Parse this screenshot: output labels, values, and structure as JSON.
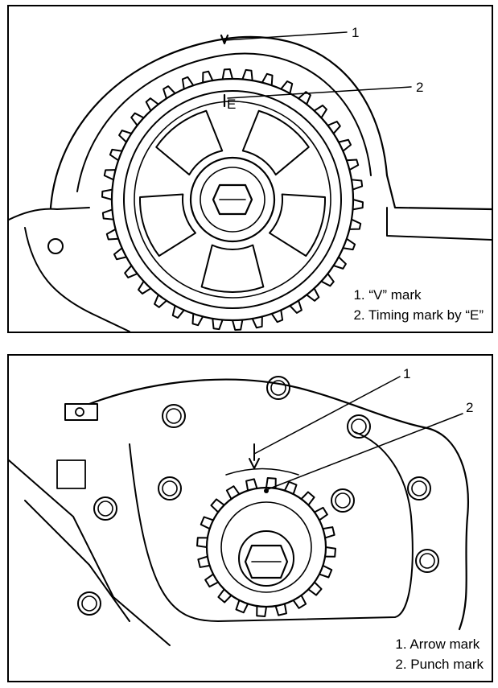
{
  "top_figure": {
    "callouts": [
      "1",
      "2"
    ],
    "legend": [
      "1.  “V” mark",
      "2.  Timing mark by “E”"
    ],
    "gear_mark_letter": "E"
  },
  "bottom_figure": {
    "callouts": [
      "1",
      "2"
    ],
    "legend": [
      "1.  Arrow mark",
      "2.  Punch mark"
    ]
  }
}
